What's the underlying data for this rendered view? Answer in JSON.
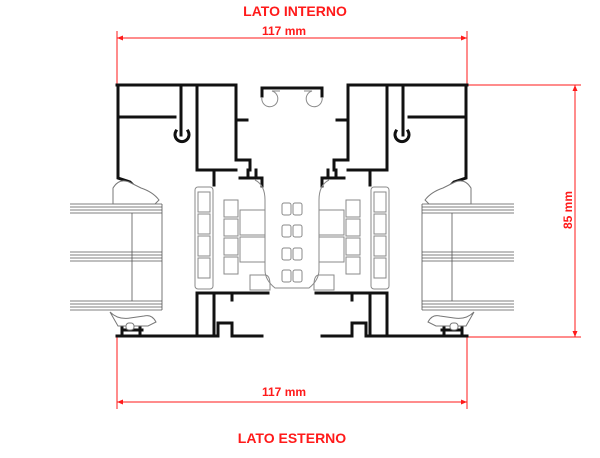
{
  "labels": {
    "top_side": "LATO INTERNO",
    "bottom_side": "LATO ESTERNO"
  },
  "dimensions": {
    "top_width": "117 mm",
    "bottom_width": "117 mm",
    "height": "85 mm"
  },
  "colors": {
    "dimension": "#ff1a1a",
    "profile": "#111111",
    "gasket": "#888888"
  }
}
